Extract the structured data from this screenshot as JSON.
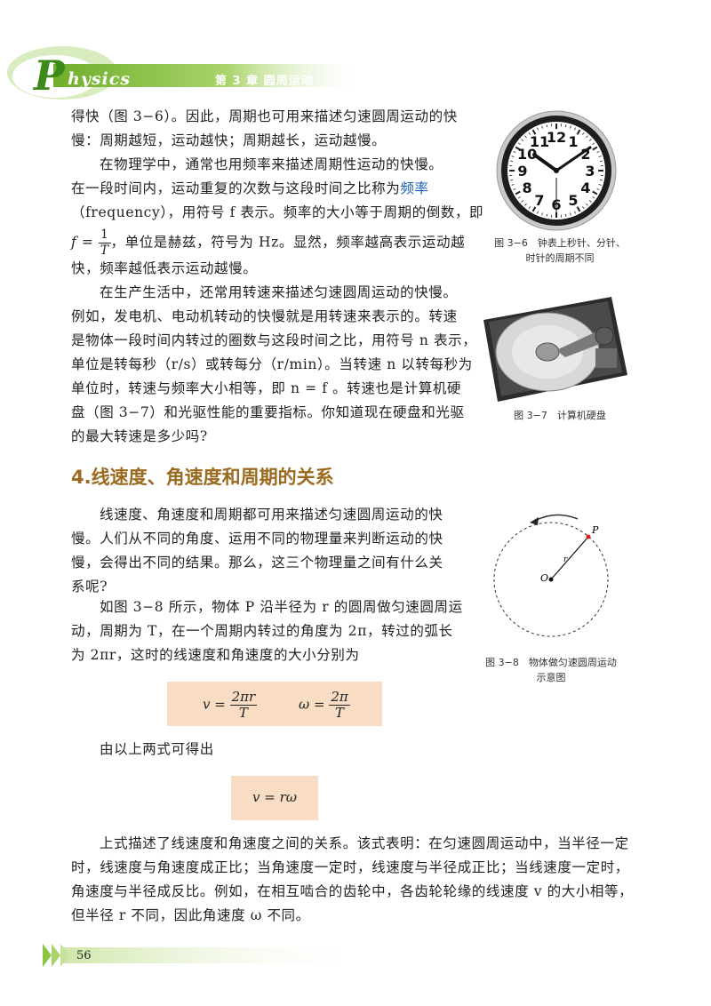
{
  "header": {
    "logo_initial": "P",
    "logo_rest": "hysics",
    "chapter": "第 3 章  圆周运动"
  },
  "body": {
    "p1_l1": "得快（图 3−6）。因此，周期也可用来描述匀速圆周运动的快",
    "p1_l2": "慢：周期越短，运动越快；周期越长，运动越慢。",
    "p2_l1": "在物理学中，通常也用频率来描述周期性运动的快慢。",
    "p2_l2a": "在一段时间内，运动重复的次数与这段时间之比称为",
    "p2_l2b": "频率",
    "p2_l3": "（frequency），用符号 f 表示。频率的大小等于周期的倒数，即",
    "p2_l4_lhs": "f =",
    "p2_l4_num": "1",
    "p2_l4_den": "T",
    "p2_l4_rest": "，单位是赫兹，符号为 Hz。显然，频率越高表示运动越",
    "p2_l5": "快，频率越低表示运动越慢。",
    "p3_l1": "在生产生活中，还常用转速来描述匀速圆周运动的快慢。",
    "p3_l2": "例如，发电机、电动机转动的快慢就是用转速来表示的。转速",
    "p3_l3": "是物体一段时间内转过的圈数与这段时间之比，用符号 n 表示，",
    "p3_l4": "单位是转每秒（r/s）或转每分（r/min）。当转速 n 以转每秒为",
    "p3_l5": "单位时，转速与频率大小相等，即 n = f 。转速也是计算机硬",
    "p3_l6": "盘（图 3−7）和光驱性能的重要指标。你知道现在硬盘和光驱",
    "p3_l7": "的最大转速是多少吗?",
    "section_title": "4.线速度、角速度和周期的关系",
    "p4_l1": "线速度、角速度和周期都可用来描述匀速圆周运动的快",
    "p4_l2": "慢。人们从不同的角度、运用不同的物理量来判断运动的快",
    "p4_l3": "慢，会得出不同的结果。那么，这三个物理量之间有什么关",
    "p4_l4": "系呢?",
    "p5_l1": "如图 3−8 所示，物体 P 沿半径为 r 的圆周做匀速圆周运",
    "p5_l2": "动，周期为 T，在一个周期内转过的角度为 2π，转过的弧长",
    "p5_l3": "为 2πr，这时的线速度和角速度的大小分别为",
    "f1_v_lhs": "v =",
    "f1_v_num": "2πr",
    "f1_v_den": "T",
    "f1_w_lhs": "ω =",
    "f1_w_num": "2π",
    "f1_w_den": "T",
    "p6": "由以上两式可得出",
    "f2": "v = rω",
    "p7_l1": "上式描述了线速度和角速度之间的关系。该式表明：在匀速圆周运动中，当半径一定",
    "p7_l2": "时，线速度与角速度成正比；当角速度一定时，线速度与半径成正比；当线速度一定时，",
    "p7_l3": "角速度与半径成反比。例如，在相互啮合的齿轮中，各齿轮轮缘的线速度 v 的大小相等，",
    "p7_l4": "但半径 r 不同，因此角速度 ω 不同。"
  },
  "figures": {
    "fig36_caption_l1": "图 3−6　钟表上秒针、分针、",
    "fig36_caption_l2": "时针的周期不同",
    "fig36_numbers": [
      "12",
      "1",
      "2",
      "3",
      "4",
      "5",
      "6",
      "7",
      "8",
      "9",
      "10",
      "11"
    ],
    "fig37_caption": "图 3−7　计算机硬盘",
    "fig38_caption_l1": "图 3−8　物体做匀速圆周运动",
    "fig38_caption_l2": "示意图",
    "fig38_label_P": "P",
    "fig38_label_O": "O",
    "fig38_label_r": "r"
  },
  "footer": {
    "page_number": "56"
  },
  "colors": {
    "header_green": "#8cc63f",
    "section_title": "#9a6b1f",
    "formula_bg": "#f9dcc4",
    "term_blue": "#1a5fb4"
  }
}
